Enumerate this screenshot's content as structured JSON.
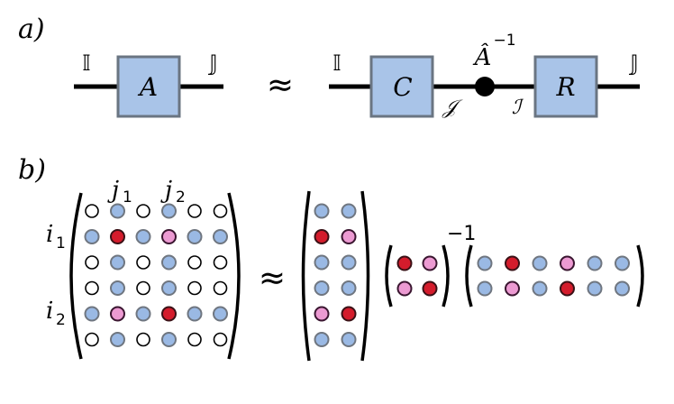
{
  "panel_a": {
    "label": "a)",
    "left_box": "A",
    "left_in": "𝕀",
    "left_out": "𝕁",
    "approx": "≈",
    "box_c": "C",
    "box_r": "R",
    "right_in": "𝕀",
    "right_out": "𝕁",
    "node_label": "Â",
    "node_exp": "−1",
    "bond_j": "𝒥",
    "bond_i": "ℐ"
  },
  "panel_b": {
    "label": "b)",
    "col_label_1": "j",
    "col_sub_1": "1",
    "col_label_2": "j",
    "col_sub_2": "2",
    "row_label_1": "i",
    "row_sub_1": "1",
    "row_label_2": "i",
    "row_sub_2": "2",
    "approx": "≈",
    "inverse_exp": "−1",
    "big_matrix": [
      [
        "w",
        "b",
        "w",
        "b",
        "w",
        "w"
      ],
      [
        "b",
        "r",
        "b",
        "p",
        "b",
        "b"
      ],
      [
        "w",
        "b",
        "w",
        "b",
        "w",
        "w"
      ],
      [
        "w",
        "b",
        "w",
        "b",
        "w",
        "w"
      ],
      [
        "b",
        "p",
        "b",
        "r",
        "b",
        "b"
      ],
      [
        "w",
        "b",
        "w",
        "b",
        "w",
        "w"
      ]
    ],
    "c_matrix": [
      [
        "b",
        "b"
      ],
      [
        "r",
        "p"
      ],
      [
        "b",
        "b"
      ],
      [
        "b",
        "b"
      ],
      [
        "p",
        "r"
      ],
      [
        "b",
        "b"
      ]
    ],
    "a_hat": [
      [
        "r",
        "p"
      ],
      [
        "p",
        "r"
      ]
    ],
    "r_matrix": [
      [
        "b",
        "r",
        "b",
        "p",
        "b",
        "b"
      ],
      [
        "b",
        "p",
        "b",
        "r",
        "b",
        "b"
      ]
    ]
  },
  "colors": {
    "box_fill": "#a9c4e8",
    "box_stroke": "#6a7582",
    "blue_dot": "#9ab9e4",
    "red_dot": "#d41c2c",
    "pink_dot": "#ec9ad2",
    "dot_stroke": "#6f7680"
  }
}
